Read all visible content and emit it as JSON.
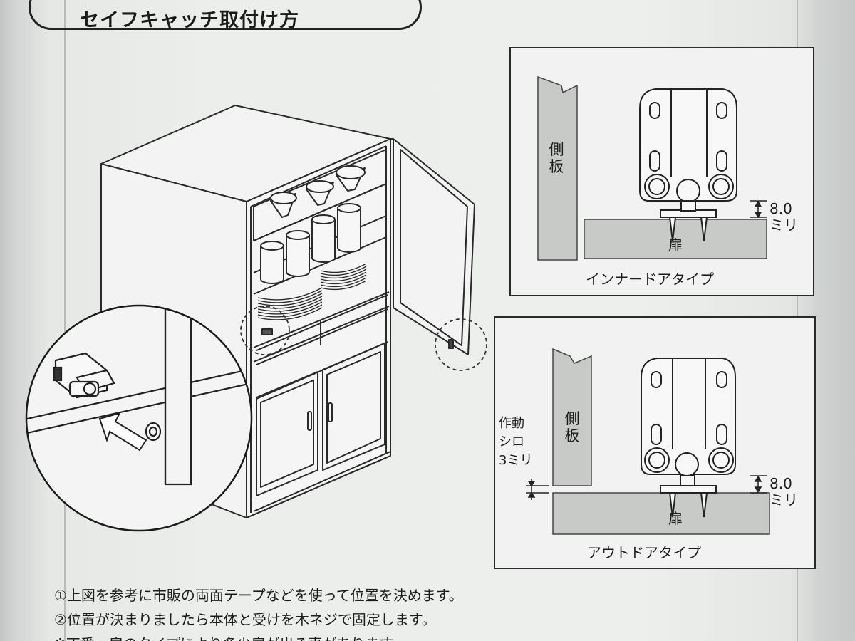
{
  "title": "セイフキャッチ取付け方",
  "inner_type": {
    "caption": "インナードアタイプ",
    "side_panel_label": "側\n板",
    "door_label": "扉",
    "dimension": "8.0\nミリ"
  },
  "outer_type": {
    "caption": "アウトドアタイプ",
    "side_panel_label": "側\n板",
    "door_label": "扉",
    "dimension": "8.0\nミリ",
    "stroke_label": "作動\nシロ\n3ミリ"
  },
  "notes": [
    "①上図を参考に市販の両面テープなどを使って位置を決めます。",
    "②位置が決まりましたら本体と受けを木ネジで固定します。",
    "※丁番、扉のタイプにより多少扉が出る事があります。"
  ]
}
